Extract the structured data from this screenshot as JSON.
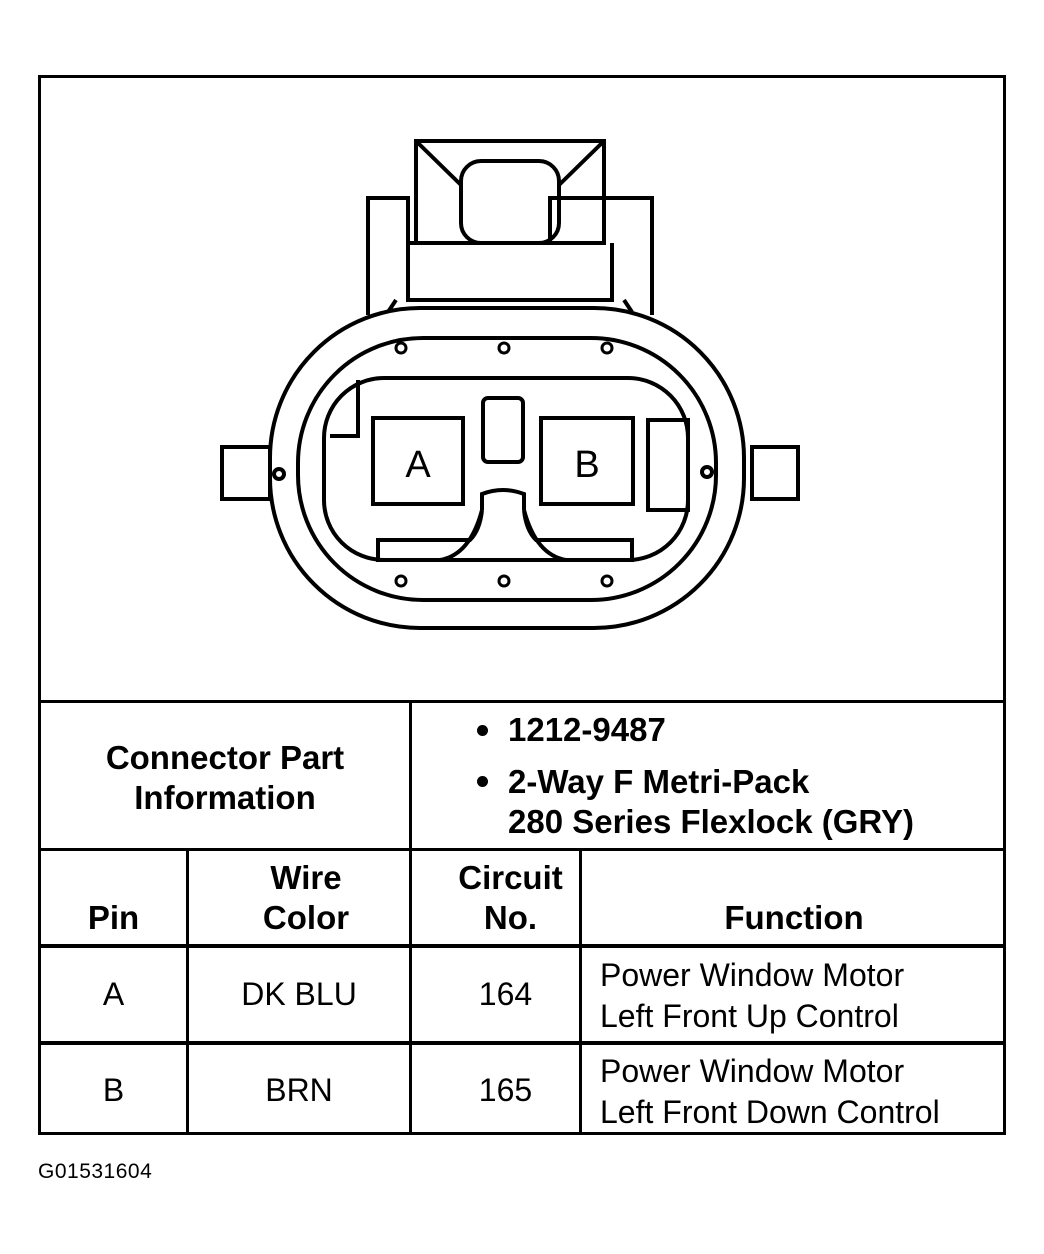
{
  "connector": {
    "pin_labels": [
      "A",
      "B"
    ]
  },
  "part_info": {
    "label_lines": [
      "Connector Part",
      "Information"
    ],
    "part_number": "1212-9487",
    "description_lines": [
      "2-Way F Metri-Pack",
      "280 Series Flexlock (GRY)"
    ]
  },
  "table": {
    "headers": {
      "pin": [
        "",
        "Pin"
      ],
      "wire_color": [
        "Wire",
        "Color"
      ],
      "circuit": [
        "Circuit",
        "No."
      ],
      "function": [
        "",
        "Function"
      ]
    },
    "rows": [
      {
        "pin": "A",
        "wire_color": "DK BLU",
        "circuit": "164",
        "function": [
          "Power Window Motor",
          "Left Front Up Control"
        ]
      },
      {
        "pin": "B",
        "wire_color": "BRN",
        "circuit": "165",
        "function": [
          "Power Window Motor",
          "Left Front Down Control"
        ]
      }
    ]
  },
  "figure_id": "G01531604"
}
